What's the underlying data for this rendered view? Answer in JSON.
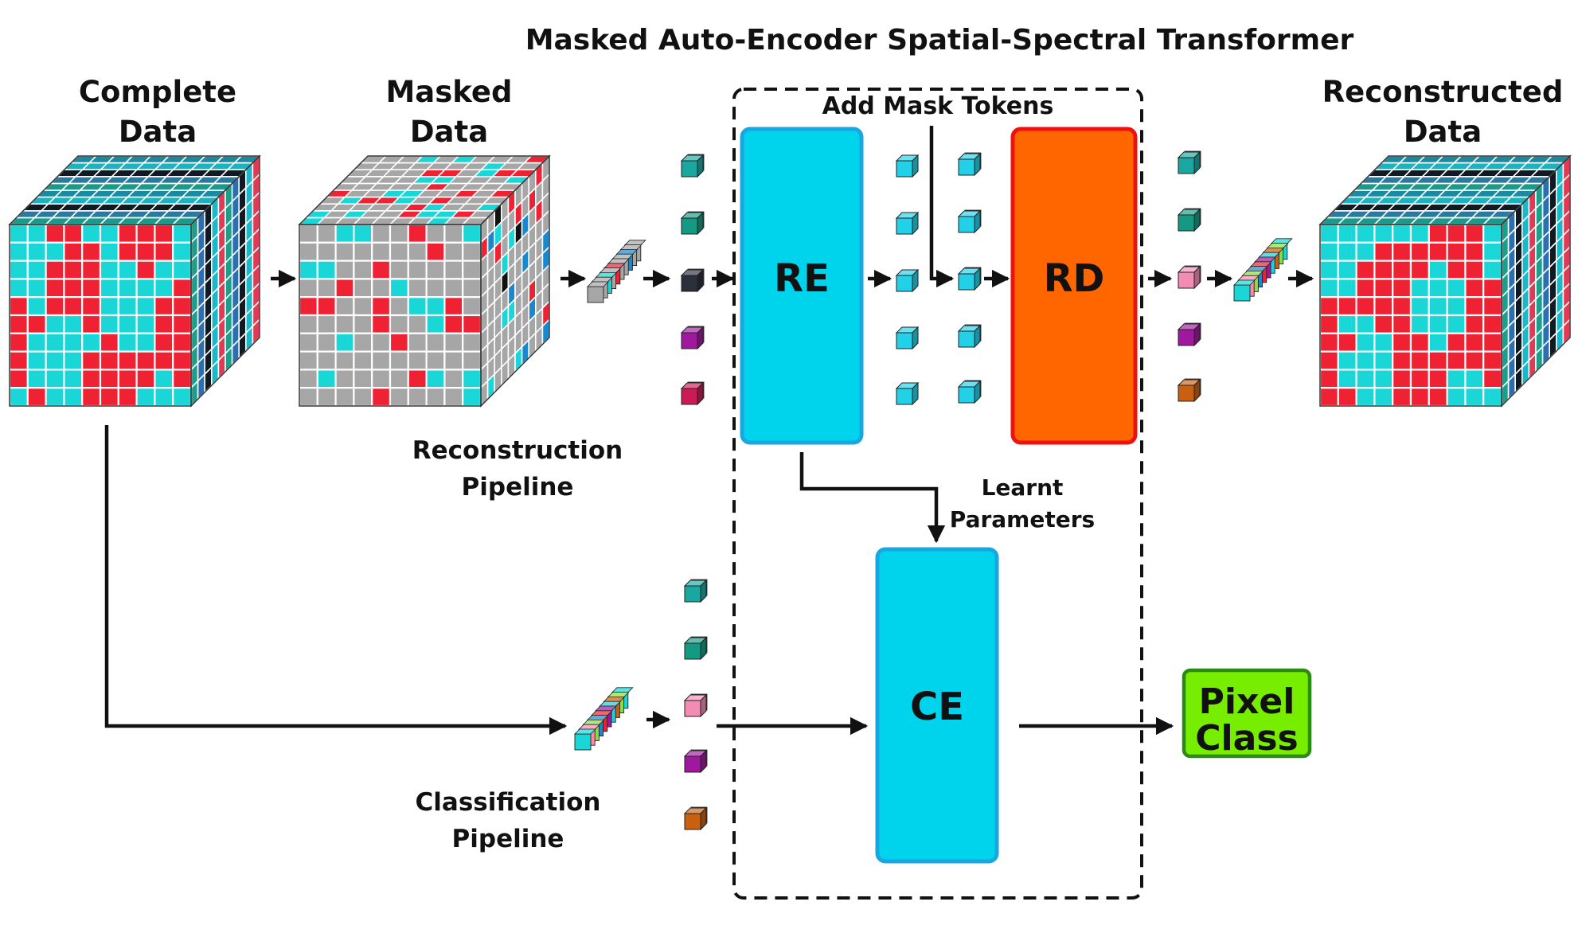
{
  "title": "Masked Auto-Encoder Spatial-Spectral Transformer",
  "labels": {
    "complete_line1": "Complete",
    "complete_line2": "Data",
    "masked_line1": "Masked",
    "masked_line2": "Data",
    "reconstructed_line1": "Reconstructed",
    "reconstructed_line2": "Data",
    "add_mask_tokens": "Add Mask Tokens",
    "recon_pipeline_line1": "Reconstruction",
    "recon_pipeline_line2": "Pipeline",
    "class_pipeline_line1": "Classification",
    "class_pipeline_line2": "Pipeline",
    "learnt_line1": "Learnt",
    "learnt_line2": "Parameters"
  },
  "blocks": {
    "re": "RE",
    "rd": "RD",
    "ce": "CE",
    "pixel_line1": "Pixel",
    "pixel_line2": "Class"
  },
  "colors": {
    "encoder": "#00d4ec",
    "encoder_border": "#1aa6e0",
    "decoder": "#ff6600",
    "decoder_border": "#ee1111",
    "pixel_class": "#77ee00",
    "pixel_class_border": "#2a8a12",
    "image_cyan": "#1ad6d6",
    "image_red": "#ee2233",
    "mask_gray": "#a6a6a6"
  },
  "token_columns": {
    "encoder_input": [
      "#1aa7a0",
      "#149a82",
      "#2a2f3c",
      "#a0189e",
      "#cc1a56"
    ],
    "encoder_output": [
      "#22d0e8",
      "#22d0e8",
      "#22d0e8",
      "#22d0e8",
      "#22d0e8"
    ],
    "with_mask_tokens": [
      "#22d0e8",
      "#22d0e8",
      "#22d0e8",
      "#22d0e8",
      "#22d0e8"
    ],
    "decoder_output": [
      "#1aa7a0",
      "#149a82",
      "#f28cb2",
      "#a0189e",
      "#c86010"
    ],
    "classification_input": [
      "#1aa7a0",
      "#149a82",
      "#f28cb2",
      "#a0189e",
      "#c86010"
    ]
  }
}
